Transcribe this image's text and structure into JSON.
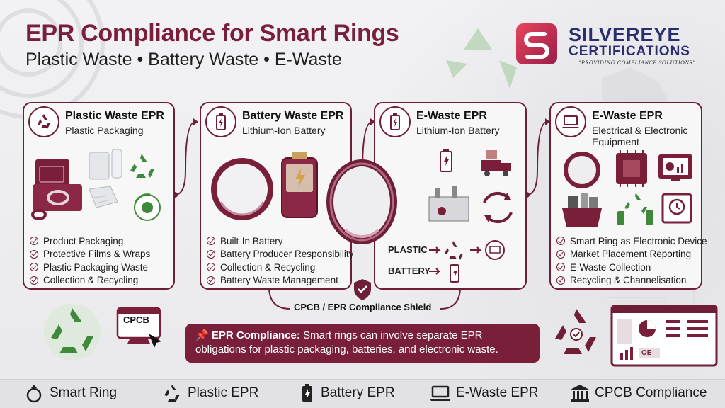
{
  "header": {
    "title": "EPR Compliance for Smart Rings",
    "subtitle": "Plastic Waste • Battery Waste • E-Waste"
  },
  "logo": {
    "name_line1": "SILVEREYE",
    "name_line2": "CERTIFICATIONS",
    "tagline": "\"PROVIDING COMPLIANCE SOLUTIONS\""
  },
  "panels": [
    {
      "title": "Plastic Waste EPR",
      "subtitle": "Plastic Packaging",
      "icon": "recycle-icon",
      "bullets": [
        "Product Packaging",
        "Protective Films & Wraps",
        "Plastic Packaging Waste",
        "Collection & Recycling"
      ]
    },
    {
      "title": "Battery Waste EPR",
      "subtitle": "Lithium-Ion Battery",
      "icon": "battery-icon",
      "bullets": [
        "Built-In Battery",
        "Battery Producer Responsibility",
        "Collection & Recycling",
        "Battery Waste Management"
      ]
    },
    {
      "title": "E-Waste EPR",
      "subtitle": "Lithium-Ion Battery",
      "icon": "battery-icon"
    },
    {
      "title": "E-Waste EPR",
      "subtitle": "Electrical & Electronic Equipment",
      "icon": "laptop-icon",
      "bullets": [
        "Smart Ring as Electronic Device",
        "Market Placement Reporting",
        "E-Waste Collection",
        "Recycling & Channelisation"
      ]
    }
  ],
  "flow_labels": {
    "plastic": "PLASTIC",
    "battery": "BATTERY"
  },
  "cpcb_badge": "CPCB",
  "shield_label": "CPCB / EPR Compliance Shield",
  "note": {
    "lead": "EPR Compliance:",
    "text": "Smart rings can involve separate EPR obligations for plastic packaging, batteries, and electronic waste."
  },
  "dashboard_badge": "OE",
  "footer": [
    {
      "label": "Smart Ring",
      "icon": "ring-icon"
    },
    {
      "label": "Plastic EPR",
      "icon": "recycle-icon"
    },
    {
      "label": "Battery EPR",
      "icon": "battery-icon"
    },
    {
      "label": "E-Waste EPR",
      "icon": "laptop-icon"
    },
    {
      "label": "CPCB Compliance",
      "icon": "government-building-icon"
    }
  ],
  "colors": {
    "primary": "#7a1f3a",
    "green": "#3f8a3a",
    "navy": "#2b2e6e"
  }
}
